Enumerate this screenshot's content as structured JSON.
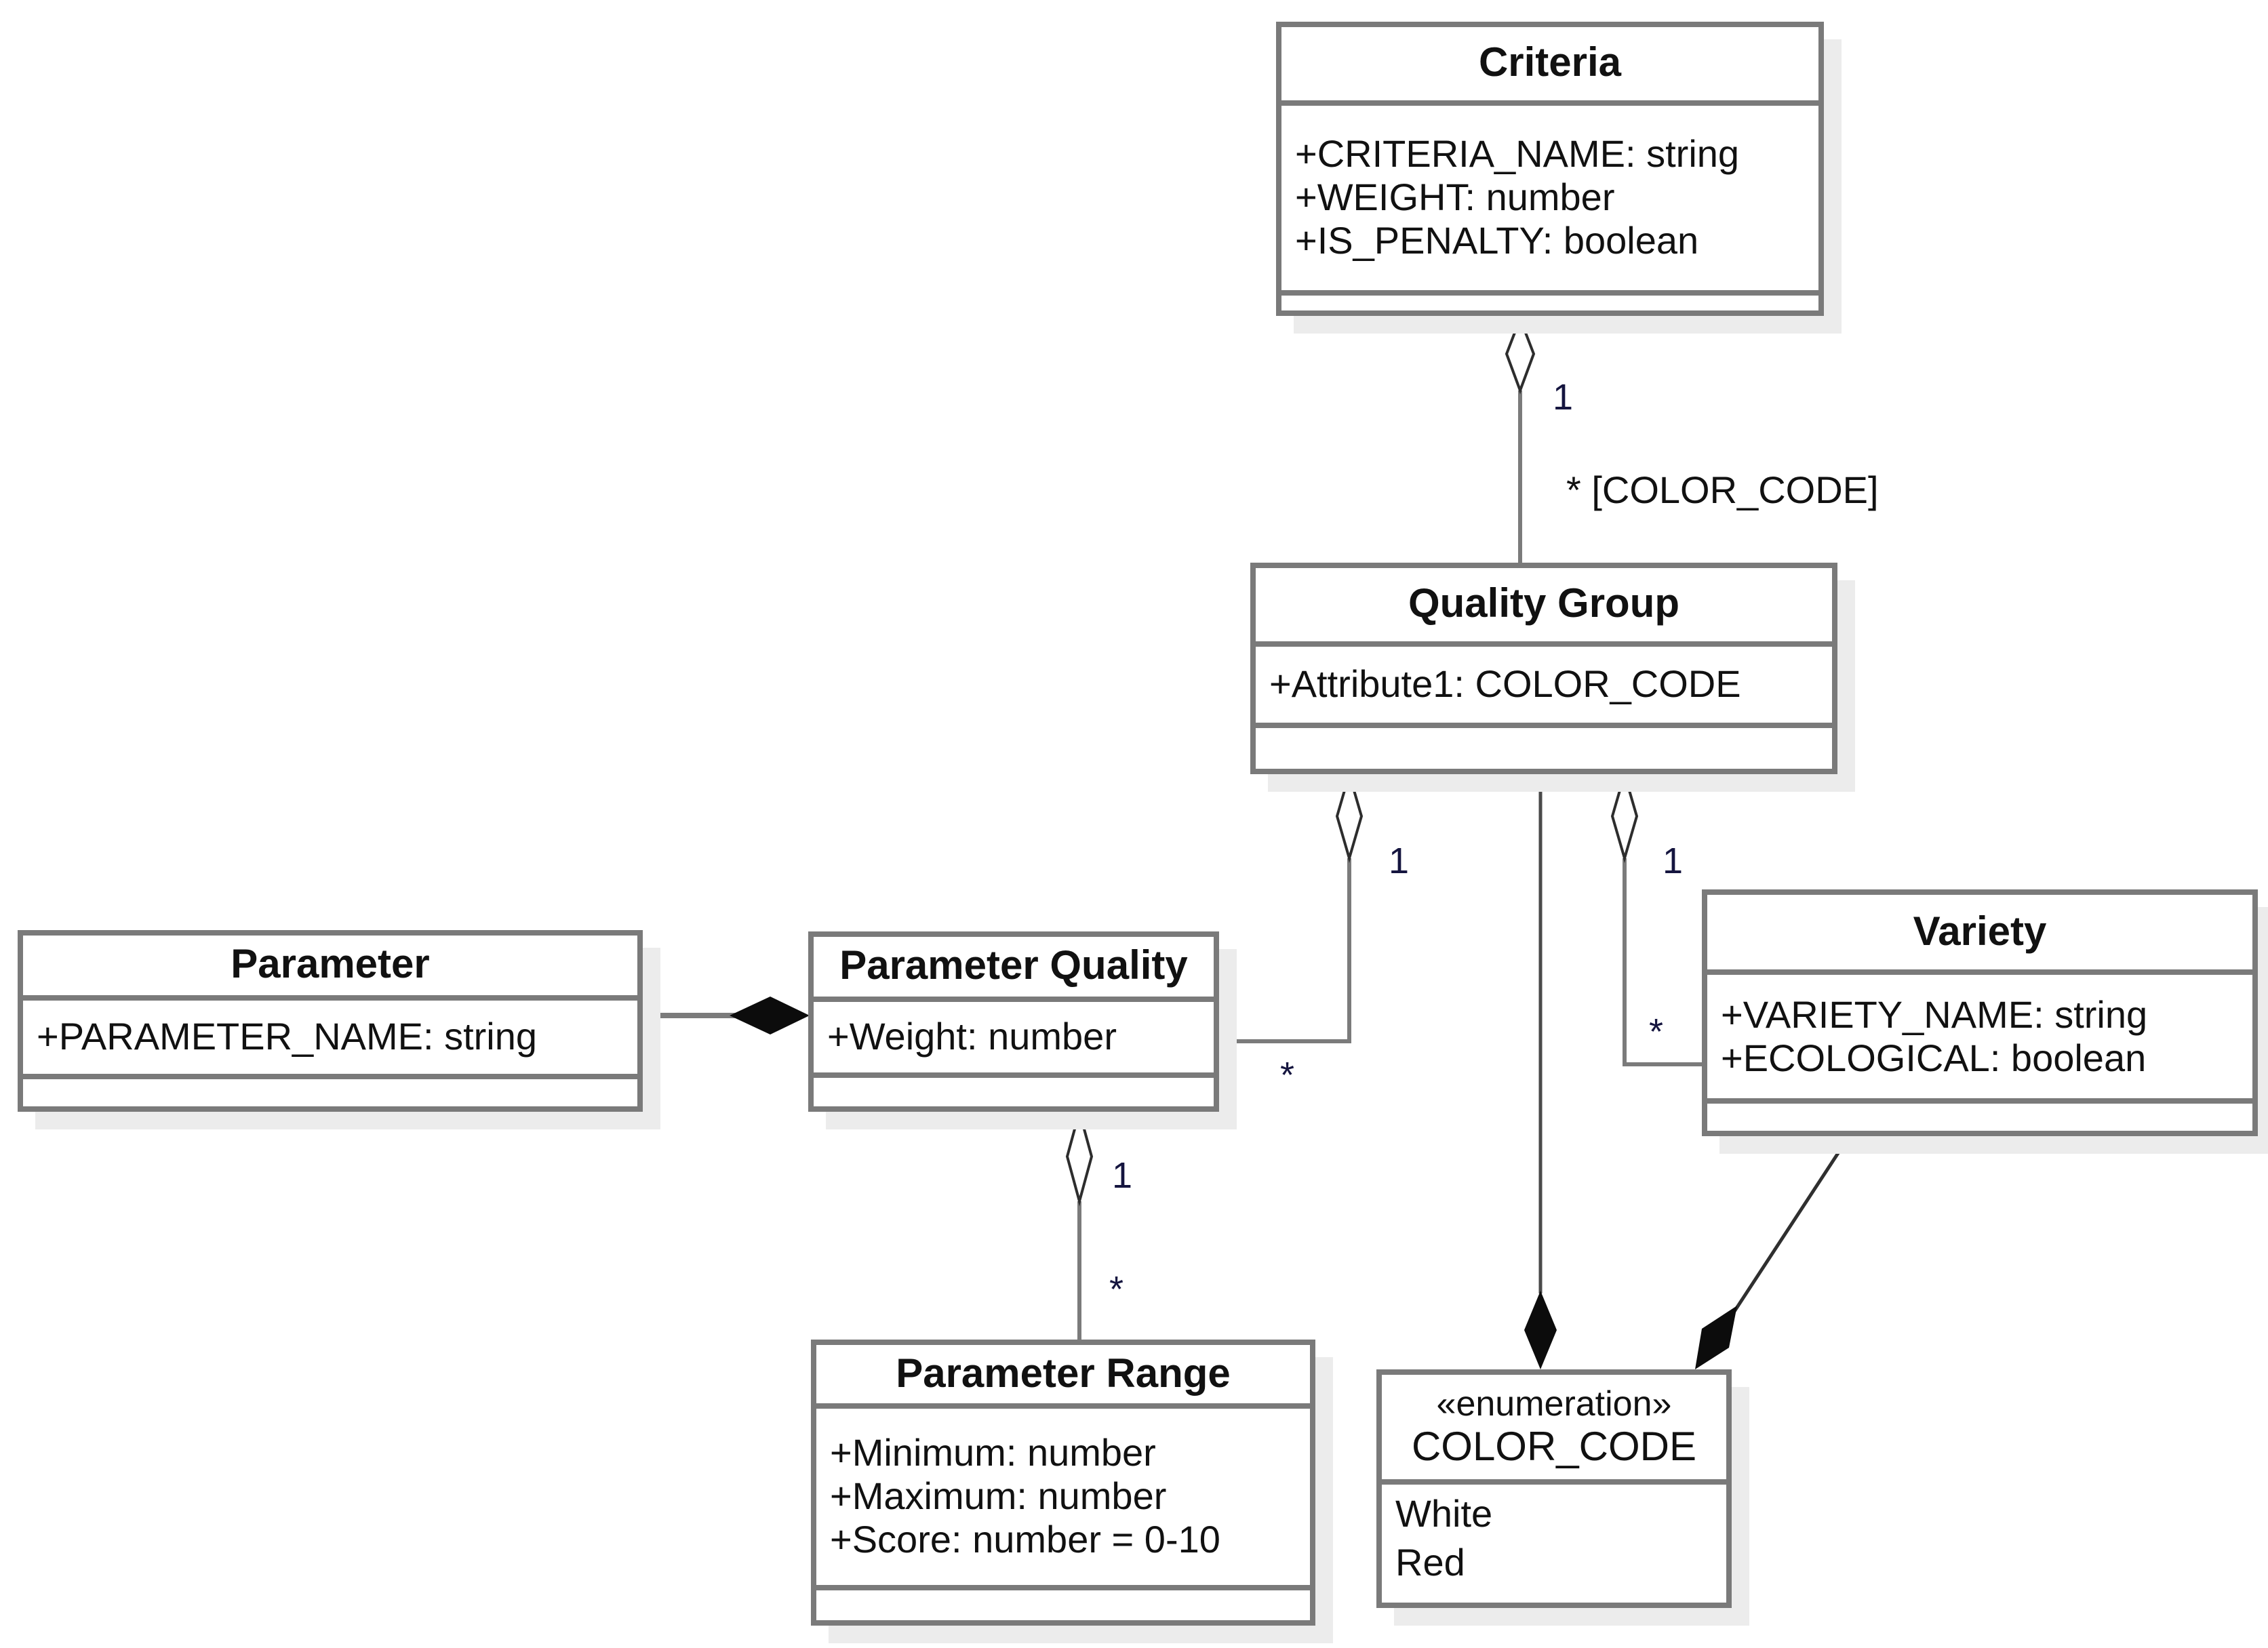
{
  "diagram": {
    "kind": "uml-class-diagram",
    "colors": {
      "box_border": "#7a7a7a",
      "box_fill": "#ffffff",
      "shadow": "#ececec",
      "text": "#111111",
      "multiplicity_text": "#15153f"
    }
  },
  "classes": {
    "criteria": {
      "name": "Criteria",
      "attributes": [
        "+CRITERIA_NAME: string",
        "+WEIGHT: number",
        "+IS_PENALTY: boolean"
      ]
    },
    "quality_group": {
      "name": "Quality Group",
      "attributes": [
        "+Attribute1: COLOR_CODE"
      ]
    },
    "parameter": {
      "name": "Parameter",
      "attributes": [
        "+PARAMETER_NAME: string"
      ]
    },
    "parameter_quality": {
      "name": "Parameter Quality",
      "attributes": [
        "+Weight: number"
      ]
    },
    "parameter_range": {
      "name": "Parameter Range",
      "attributes": [
        "+Minimum: number",
        "+Maximum: number",
        "+Score: number = 0-10"
      ]
    },
    "variety": {
      "name": "Variety",
      "attributes": [
        "+VARIETY_NAME: string",
        "+ECOLOGICAL: boolean"
      ]
    },
    "color_code": {
      "stereotype": "«enumeration»",
      "name": "COLOR_CODE",
      "literals": [
        "White",
        "Red"
      ]
    }
  },
  "relationships": [
    {
      "id": "criteria-qualitygroup",
      "from": "Criteria",
      "to": "Quality Group",
      "type": "aggregation",
      "from_multiplicity": "1",
      "to_label": "* [COLOR_CODE]"
    },
    {
      "id": "qualitygroup-parameterquality",
      "from": "Quality Group",
      "to": "Parameter Quality",
      "type": "aggregation",
      "from_multiplicity": "1",
      "to_multiplicity": "*"
    },
    {
      "id": "qualitygroup-variety",
      "from": "Quality Group",
      "to": "Variety",
      "type": "aggregation",
      "from_multiplicity": "1",
      "to_multiplicity": "*"
    },
    {
      "id": "qualitygroup-colorcode",
      "from": "Quality Group",
      "to": "COLOR_CODE",
      "type": "composition"
    },
    {
      "id": "variety-colorcode",
      "from": "Variety",
      "to": "COLOR_CODE",
      "type": "composition"
    },
    {
      "id": "parameter-parameterquality",
      "from": "Parameter",
      "to": "Parameter Quality",
      "type": "composition"
    },
    {
      "id": "parameterquality-parameterrange",
      "from": "Parameter Quality",
      "to": "Parameter Range",
      "type": "aggregation",
      "from_multiplicity": "1",
      "to_multiplicity": "*"
    }
  ]
}
